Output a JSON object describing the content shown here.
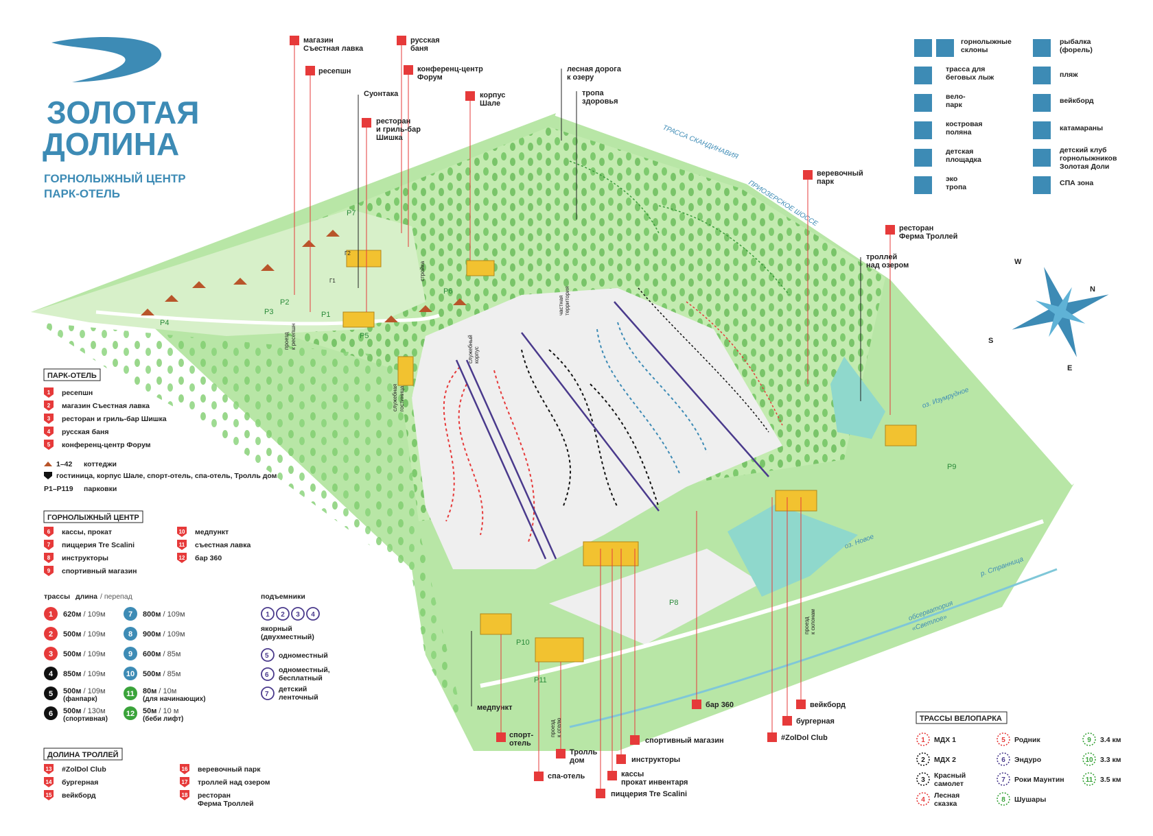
{
  "brand": {
    "line1": "ЗОЛОТАЯ",
    "line2": "ДОЛИНА",
    "sub1": "ГОРНОЛЫЖНЫЙ ЦЕНТР",
    "sub2": "ПАРК-ОТЕЛЬ"
  },
  "colors": {
    "brand": "#3d8bb5",
    "grass": "#9fd88b",
    "grass_light": "#c8ecb8",
    "forest": "#6cc35c",
    "snow": "#f1f1f1",
    "red": "#e63a3a",
    "gold": "#f2c230",
    "water": "#7fd3c9",
    "lift": "#4a3a8c",
    "cottage": "#b8552a"
  },
  "top_labels": [
    {
      "text1": "магазин",
      "text2": "Съестная лавка"
    },
    {
      "text1": "ресепшн",
      "text2": ""
    },
    {
      "text1": "русская",
      "text2": "баня"
    },
    {
      "text1": "конференц-центр",
      "text2": "Форум"
    },
    {
      "text1": "Суонтака",
      "text2": ""
    },
    {
      "text1": "ресторан",
      "text2": "и гриль-бар",
      "text3": "Шишка"
    },
    {
      "text1": "корпус",
      "text2": "Шале"
    },
    {
      "text1": "лесная дорога",
      "text2": "к озеру"
    },
    {
      "text1": "тропа",
      "text2": "здоровья"
    },
    {
      "text1": "веревочный",
      "text2": "парк"
    },
    {
      "text1": "ресторан",
      "text2": "Ферма Троллей"
    },
    {
      "text1": "троллей",
      "text2": "над озером"
    }
  ],
  "bottom_labels": [
    {
      "text1": "медпункт"
    },
    {
      "text1": "спорт-",
      "text2": "отель"
    },
    {
      "text1": "Тролль",
      "text2": "дом"
    },
    {
      "text1": "спа-отель"
    },
    {
      "text1": "спортивный магазин"
    },
    {
      "text1": "инструкторы"
    },
    {
      "text1": "кассы",
      "text2": "прокат инвентаря"
    },
    {
      "text1": "пиццерия Tre Scalini"
    },
    {
      "text1": "бар 360"
    },
    {
      "text1": "вейкборд"
    },
    {
      "text1": "бургерная"
    },
    {
      "text1": "#ZolDol Club"
    }
  ],
  "roads": {
    "scandinavia": "ТРАССА СКАНДИНАВИЯ",
    "priozersk": "ПРИОЗЕРСКОЕ ШОССЕ",
    "izumrud": "оз. Изумрудное",
    "novoe": "оз. Новое",
    "strannitsa": "р. Странница",
    "observatory1": "обсерватория",
    "observatory2": "«Светлое»"
  },
  "compass": {
    "w": "W",
    "n": "N",
    "s": "S",
    "e": "E"
  },
  "parkings": [
    "P1",
    "P2",
    "P3",
    "P4",
    "P5",
    "P6",
    "P7",
    "P8",
    "P9",
    "P10",
    "P11"
  ],
  "activities_left": [
    {
      "icon": "ski-slope-icon",
      "l1": "горнолыжные",
      "l2": "склоны"
    },
    {
      "icon": "cross-country-icon",
      "l1": "трасса для",
      "l2": "беговых лыж"
    },
    {
      "icon": "bike-icon",
      "l1": "вело-",
      "l2": "парк"
    },
    {
      "icon": "campfire-icon",
      "l1": "костровая",
      "l2": "поляна"
    },
    {
      "icon": "playground-icon",
      "l1": "детская",
      "l2": "площадка"
    },
    {
      "icon": "hiking-icon",
      "l1": "эко",
      "l2": "тропа"
    }
  ],
  "activities_right": [
    {
      "icon": "fish-icon",
      "l1": "рыбалка",
      "l2": "(форель)"
    },
    {
      "icon": "beach-icon",
      "l1": "пляж",
      "l2": ""
    },
    {
      "icon": "wakeboard-icon",
      "l1": "вейкборд",
      "l2": ""
    },
    {
      "icon": "catamaran-icon",
      "l1": "катамараны",
      "l2": ""
    },
    {
      "icon": "kids-club-icon",
      "l1": "детский клуб",
      "l2": "горнолыжников",
      "l3": "Золотая Доли"
    },
    {
      "icon": "spa-icon",
      "l1": "СПА зона",
      "l2": ""
    }
  ],
  "park_hotel": {
    "title": "ПАРК-ОТЕЛЬ",
    "items": [
      "ресепшн",
      "магазин Съестная лавка",
      "ресторан и гриль-бар Шишка",
      "русская баня",
      "конференц-центр Форум"
    ],
    "cottages_num": "1–42",
    "cottages": "коттеджи",
    "hotels": "гостиница, корпус Шале, спорт-отель, спа-отель, Тролль дом",
    "parking_num": "P1–P119",
    "parking": "парковки"
  },
  "ski_center": {
    "title": "ГОРНОЛЫЖНЫЙ ЦЕНТР",
    "items": [
      {
        "n": "6",
        "t": "кассы, прокат"
      },
      {
        "n": "7",
        "t": "пиццерия Tre Scalini"
      },
      {
        "n": "8",
        "t": "инструкторы"
      },
      {
        "n": "9",
        "t": "спортивный магазин"
      },
      {
        "n": "10",
        "t": "медпункт"
      },
      {
        "n": "11",
        "t": "съестная лавка"
      },
      {
        "n": "12",
        "t": "бар 360"
      }
    ]
  },
  "trails_header": {
    "a": "трассы",
    "b": "длина",
    "c": "/ перепад"
  },
  "trails_left": [
    {
      "n": "1",
      "len": "620м",
      "drop": "/ 109м",
      "sub": ""
    },
    {
      "n": "2",
      "len": "500м",
      "drop": "/ 109м",
      "sub": ""
    },
    {
      "n": "3",
      "len": "500м",
      "drop": "/ 109м",
      "sub": ""
    },
    {
      "n": "4",
      "len": "850м",
      "drop": "/ 109м",
      "sub": ""
    },
    {
      "n": "5",
      "len": "500м",
      "drop": "/ 109м",
      "sub": "(фанпарк)"
    },
    {
      "n": "6",
      "len": "500м",
      "drop": "/ 130м",
      "sub": "(спортивная)"
    }
  ],
  "trails_right": [
    {
      "n": "7",
      "len": "800м",
      "drop": "/ 109м",
      "sub": ""
    },
    {
      "n": "8",
      "len": "900м",
      "drop": "/ 109м",
      "sub": ""
    },
    {
      "n": "9",
      "len": "600м",
      "drop": "/ 85м",
      "sub": ""
    },
    {
      "n": "10",
      "len": "500м",
      "drop": "/ 85м",
      "sub": ""
    },
    {
      "n": "11",
      "len": "80м",
      "drop": "/ 10м",
      "sub": "(для начинающих)"
    },
    {
      "n": "12",
      "len": "50м",
      "drop": "/ 10 м",
      "sub": "(беби лифт)"
    }
  ],
  "lifts": {
    "title": "подъемники",
    "anchor1": "якорный",
    "anchor2": "(двухместный)",
    "single": "одноместный",
    "free1": "одноместный,",
    "free2": "бесплатный",
    "kids1": "детский",
    "kids2": "ленточный"
  },
  "trolls": {
    "title": "ДОЛИНА ТРОЛЛЕЙ",
    "left": [
      {
        "n": "13",
        "t": "#ZolDol Club"
      },
      {
        "n": "14",
        "t": "бургерная"
      },
      {
        "n": "15",
        "t": "вейкборд"
      }
    ],
    "right": [
      {
        "n": "16",
        "t": "веревочный парк"
      },
      {
        "n": "17",
        "t": "троллей над озером"
      },
      {
        "n": "18",
        "t": "ресторан",
        "t2": "Ферма Троллей"
      }
    ]
  },
  "bike": {
    "title": "ТРАССЫ ВЕЛОПАРКА",
    "col1": [
      {
        "n": "1",
        "t": "МДХ 1"
      },
      {
        "n": "2",
        "t": "МДХ 2"
      },
      {
        "n": "3",
        "t": "Красный",
        "t2": "самолет"
      },
      {
        "n": "4",
        "t": "Лесная",
        "t2": "сказка"
      }
    ],
    "col2": [
      {
        "n": "5",
        "t": "Родник"
      },
      {
        "n": "6",
        "t": "Эндуро"
      },
      {
        "n": "7",
        "t": "Роки Маунтин"
      },
      {
        "n": "8",
        "t": "Шушары"
      }
    ],
    "col3": [
      {
        "n": "9",
        "t": "3.4 км"
      },
      {
        "n": "10",
        "t": "3.3 км"
      },
      {
        "n": "11",
        "t": "3.5 км"
      }
    ]
  },
  "misc": {
    "passage1": "проезд",
    "passage2": "к ресепшн",
    "staff_hotel1": "служебная",
    "staff_hotel2": "гостиница",
    "staff_corp1": "служебный",
    "staff_corp2": "корпус",
    "private1": "частная",
    "private2": "территория",
    "to_slopes1": "проезд",
    "to_slopes2": "к склонам",
    "to_trolls1": "проезд",
    "to_trolls2": "к отелю",
    "stroy": "стройка",
    "g1": "Г1",
    "g2": "Г2"
  }
}
